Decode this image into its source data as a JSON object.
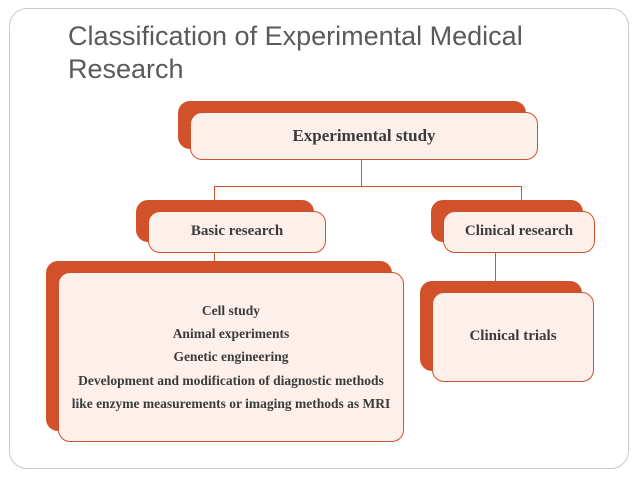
{
  "slide": {
    "title": "Classification of  Experimental Medical Research",
    "accent_color": "#d1522a",
    "node_fill_color": "#fdf0eb",
    "title_color": "#5a5a5a",
    "text_color": "#3b3b3b",
    "background_color": "#ffffff"
  },
  "diagram": {
    "type": "tree",
    "nodes": [
      {
        "id": "experimental",
        "label": "Experimental study"
      },
      {
        "id": "basic",
        "label": "Basic research"
      },
      {
        "id": "clinical_research",
        "label": "Clinical research"
      },
      {
        "id": "basic_details",
        "label": "Cell study\nAnimal experiments\nGenetic engineering\nDevelopment and modification  of diagnostic methods  like enzyme measurements or imaging methods as MRI"
      },
      {
        "id": "clinical_trials",
        "label": "Clinical trials"
      }
    ],
    "edges": [
      {
        "from": "experimental",
        "to": "basic"
      },
      {
        "from": "experimental",
        "to": "clinical_research"
      },
      {
        "from": "basic",
        "to": "basic_details"
      },
      {
        "from": "clinical_research",
        "to": "clinical_trials"
      }
    ]
  }
}
